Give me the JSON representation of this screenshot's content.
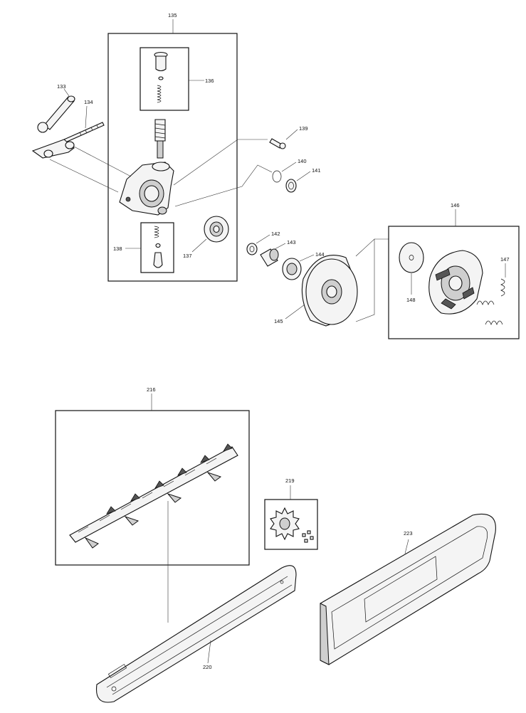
{
  "labels": {
    "p133": "133",
    "p134": "134",
    "p135": "135",
    "p136": "136",
    "p137": "137",
    "p138": "138",
    "p139": "139",
    "p140": "140",
    "p141": "141",
    "p142": "142",
    "p143": "143",
    "p144": "144",
    "p145": "145",
    "p146": "146",
    "p147": "147",
    "p148": "148",
    "p216": "216",
    "p219": "219",
    "p220": "220",
    "p223": "223"
  }
}
